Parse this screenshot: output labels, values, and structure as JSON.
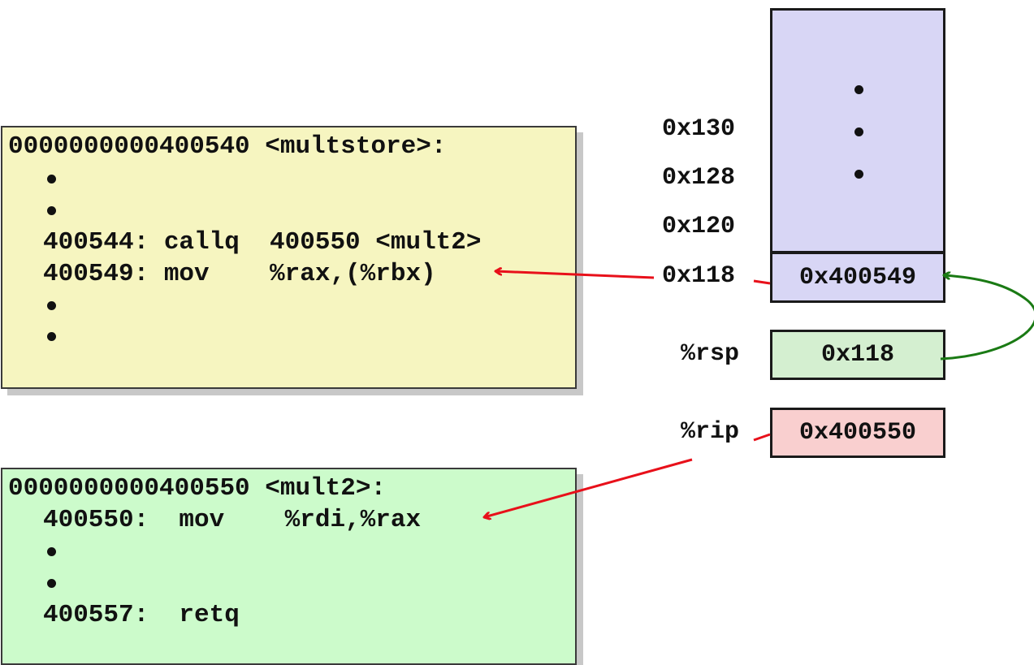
{
  "caller": {
    "header": "0000000000400540 <multstore>:",
    "call_line": "400544: callq  400550 <mult2>",
    "return_line": "400549: mov    %rax,(%rbx)"
  },
  "callee": {
    "header": "0000000000400550 <mult2>:",
    "first_line": "400550:  mov    %rdi,%rax",
    "last_line": "400557:  retq"
  },
  "stack": {
    "addresses": [
      "0x130",
      "0x128",
      "0x120",
      "0x118"
    ],
    "top_value": "0x400549"
  },
  "registers": {
    "rsp_label": "%rsp",
    "rsp_value": "0x118",
    "rip_label": "%rip",
    "rip_value": "0x400550"
  },
  "colors": {
    "caller_bg": "#f6f5c0",
    "callee_bg": "#ccfbcb",
    "stack_bg": "#d8d6f5",
    "rsp_bg": "#d4efd0",
    "rip_bg": "#f9cfcf",
    "red_arrow": "#e8101a",
    "green_arrow": "#1a7a14"
  }
}
